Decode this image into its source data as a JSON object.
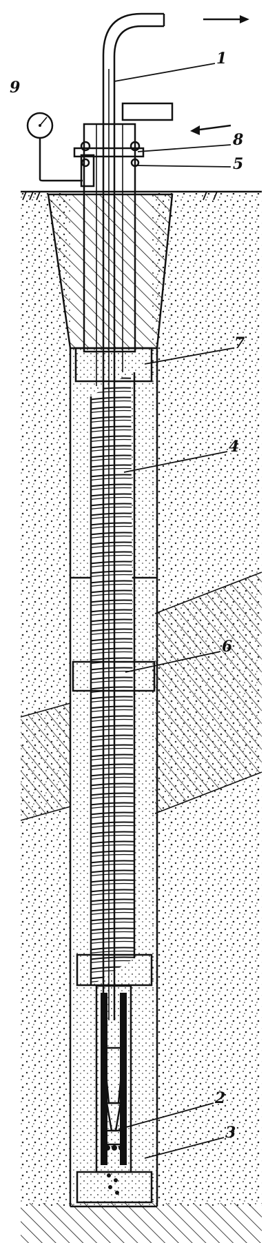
{
  "labels": {
    "l1": "1",
    "l2": "2",
    "l3": "3",
    "l4": "4",
    "l5": "5",
    "l6": "6",
    "l7": "7",
    "l8": "8",
    "l9": "9"
  },
  "icons": {
    "outflow_arrow": "arrow-right-icon",
    "inflow_arrow": "arrow-left-icon",
    "gauge": "pressure-gauge-icon"
  },
  "colors": {
    "ink": "#111111",
    "paper": "#ffffff"
  }
}
